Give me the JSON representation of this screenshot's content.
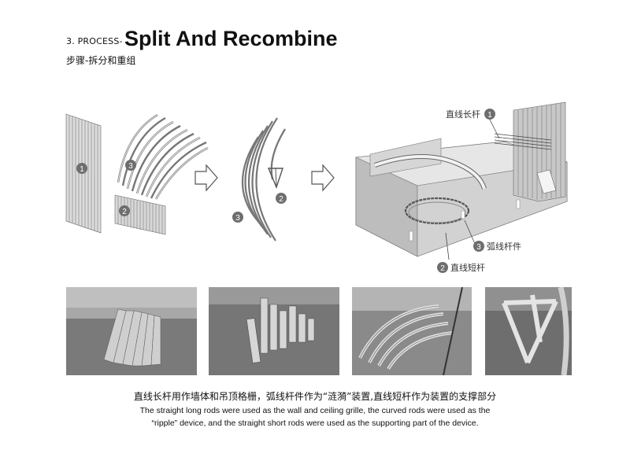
{
  "header": {
    "step_prefix": "3. PROCESS-",
    "title": "Split And Recombine",
    "subtitle_cn": "步骤-拆分和重组"
  },
  "diagram": {
    "markers": {
      "one": "1",
      "two": "2",
      "three": "3"
    },
    "labels": {
      "straight_long_rod": "直线长杆",
      "curved_rod": "弧线杆件",
      "straight_short_rod": "直线短杆"
    }
  },
  "caption": {
    "cn": "直线长杆用作墙体和吊顶格栅，弧线杆件作为“涟漪”装置,直线短杆作为装置的支撑部分",
    "en_line1": "The straight long rods were used as the wall and ceiling grille, the curved rods were used as the",
    "en_line2": "“ripple” device, and the straight short rods were used as the supporting part of the device."
  },
  "colors": {
    "rod_fill": "#d9d9d9",
    "rod_stroke": "#777777",
    "marker_fill": "#6e6e6e",
    "box_gray": "#cfcfcf"
  }
}
